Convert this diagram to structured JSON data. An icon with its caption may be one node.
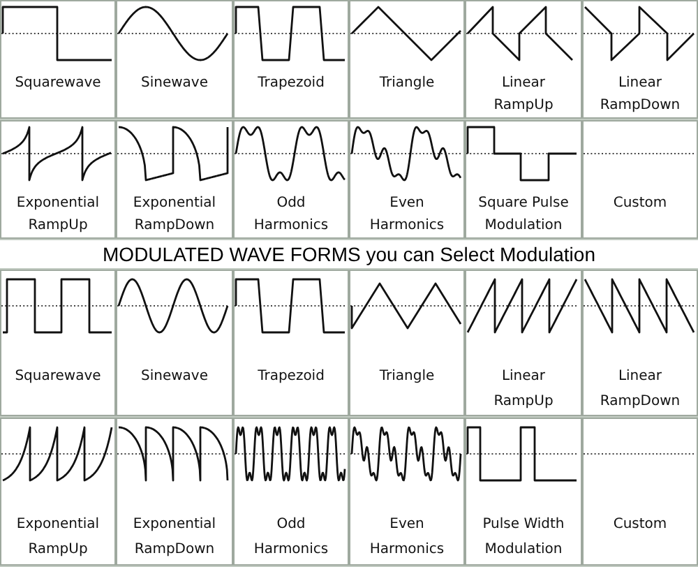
{
  "diagram": {
    "title": "MODULATED WAVE FORMS you can Select Modulation",
    "nodes": [
      {
        "text": [
          "Squarewave"
        ]
      },
      {
        "text": [
          "Sinewave"
        ]
      },
      {
        "text": [
          "Trapezoid"
        ]
      },
      {
        "text": [
          "Triangle"
        ]
      },
      {
        "text": [
          "Linear RampUp"
        ]
      },
      {
        "text": [
          "Linear RampDown"
        ]
      },
      {
        "text": [
          "Exponential RampUp"
        ]
      },
      {
        "text": [
          "Exponential RampDown"
        ]
      },
      {
        "text": [
          "Odd Harmonics"
        ]
      },
      {
        "text": [
          "Even Harmonics"
        ]
      },
      {
        "text": [
          "Square Pulse Modulation"
        ]
      },
      {
        "text": [
          "Custom"
        ]
      },
      {
        "text": [
          "Squarewave"
        ]
      },
      {
        "text": [
          "Sinewave"
        ]
      },
      {
        "text": [
          "Trapezoid"
        ]
      },
      {
        "text": [
          "Triangle"
        ]
      },
      {
        "text": [
          "Linear RampUp"
        ]
      },
      {
        "text": [
          "Linear RampDown"
        ]
      },
      {
        "text": [
          "Exponential RampUp"
        ]
      },
      {
        "text": [
          "Exponential RampDown"
        ]
      },
      {
        "text": [
          "Odd Harmonics"
        ]
      },
      {
        "text": [
          "Even Harmonics"
        ]
      },
      {
        "text": [
          "Pulse Width Modulation"
        ]
      },
      {
        "text": [
          "Custom"
        ]
      }
    ]
  }
}
